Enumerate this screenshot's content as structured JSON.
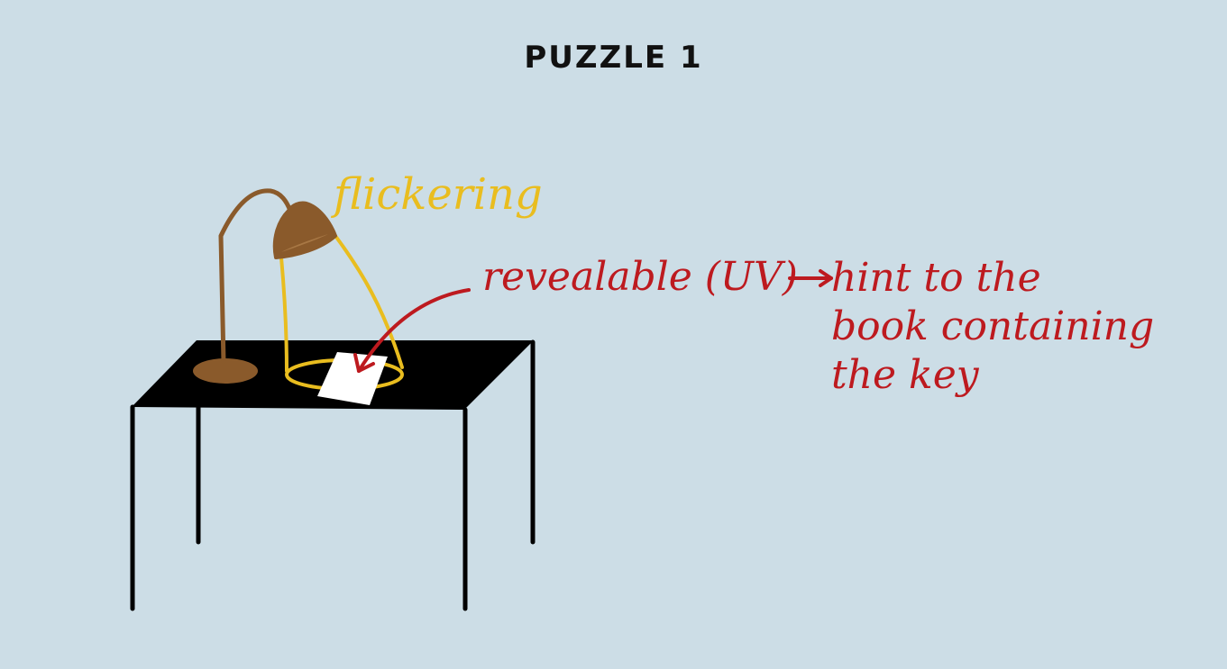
{
  "title": "PUZZLE 1",
  "annotations": {
    "flickering": "flickering",
    "revealable": "revealable (UV)",
    "hint_lines": [
      "hint to the",
      "book containing",
      "the key"
    ]
  },
  "colors": {
    "background": "#ccdde6",
    "table": "#000000",
    "lamp": "#8a5a2b",
    "light_beam": "#e9bd1f",
    "annotation_red": "#bd1a1f",
    "paper": "#ffffff"
  }
}
